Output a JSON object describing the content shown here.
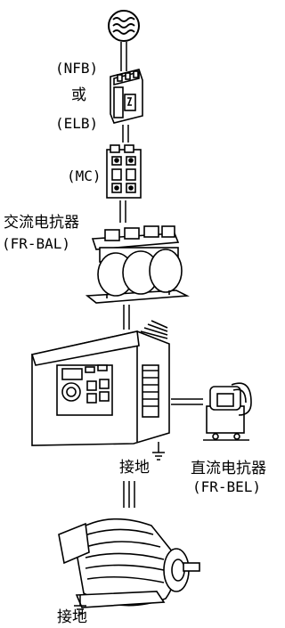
{
  "diagram": {
    "power_source_icon": "ac-source-symbol",
    "breaker": {
      "label_top": "(NFB)",
      "label_mid": "或",
      "label_bottom": "(ELB)"
    },
    "contactor": {
      "label": "(MC)"
    },
    "ac_reactor": {
      "label_cn": "交流电抗器",
      "label_en": "(FR-BAL)"
    },
    "inverter": {
      "ground_label": "接地"
    },
    "dc_reactor": {
      "label_cn": "直流电抗器",
      "label_en": "(FR-BEL)"
    },
    "motor": {
      "ground_label": "接地"
    }
  }
}
